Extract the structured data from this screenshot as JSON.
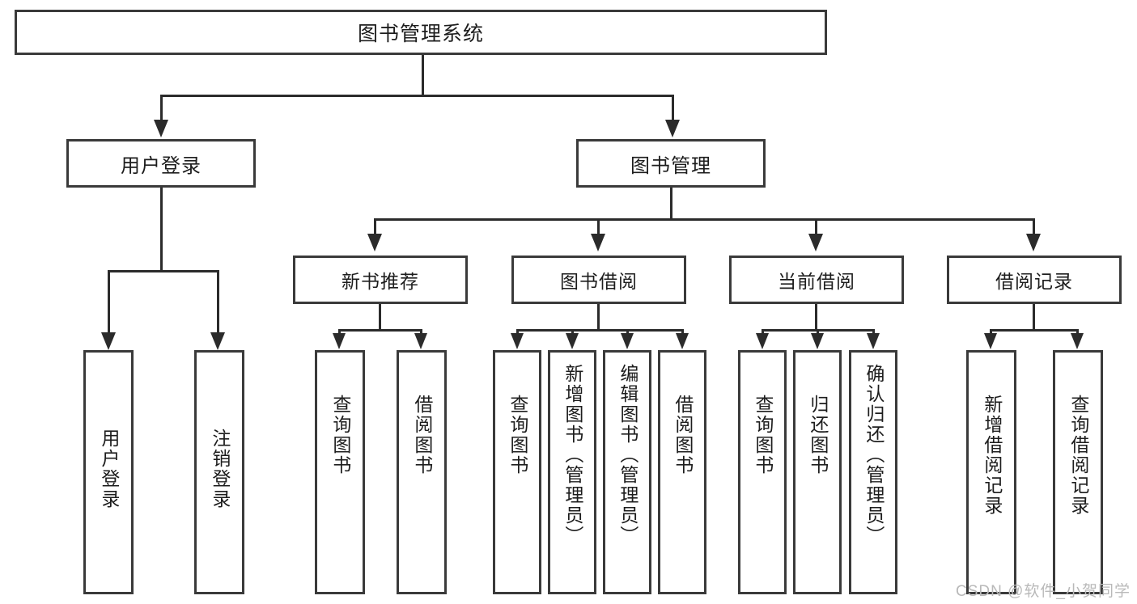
{
  "diagram": {
    "title": "图书管理系统",
    "type": "tree",
    "root": {
      "label": "图书管理系统"
    },
    "level1": [
      {
        "label": "用户登录"
      },
      {
        "label": "图书管理"
      }
    ],
    "level2": [
      {
        "label": "新书推荐"
      },
      {
        "label": "图书借阅"
      },
      {
        "label": "当前借阅"
      },
      {
        "label": "借阅记录"
      }
    ],
    "leaves": {
      "user_login": [
        {
          "label": "用户登录"
        },
        {
          "label": "注销登录"
        }
      ],
      "new_book_recommend": [
        {
          "label": "查询图书"
        },
        {
          "label": "借阅图书"
        }
      ],
      "book_borrow": [
        {
          "label": "查询图书"
        },
        {
          "label": "新增图书（管理员）"
        },
        {
          "label": "编辑图书（管理员）"
        },
        {
          "label": "借阅图书"
        }
      ],
      "current_borrow": [
        {
          "label": "查询图书"
        },
        {
          "label": "归还图书"
        },
        {
          "label": "确认归还（管理员）"
        }
      ],
      "borrow_record": [
        {
          "label": "新增借阅记录"
        },
        {
          "label": "查询借阅记录"
        }
      ]
    }
  },
  "watermark": {
    "text": "CSDN @软件_小贺同学"
  },
  "colors": {
    "stroke": "#3a3a3a",
    "line": "#2b2b2b",
    "text": "#1d1d1d",
    "background": "#ffffff",
    "watermark": "#b9b9b9"
  }
}
